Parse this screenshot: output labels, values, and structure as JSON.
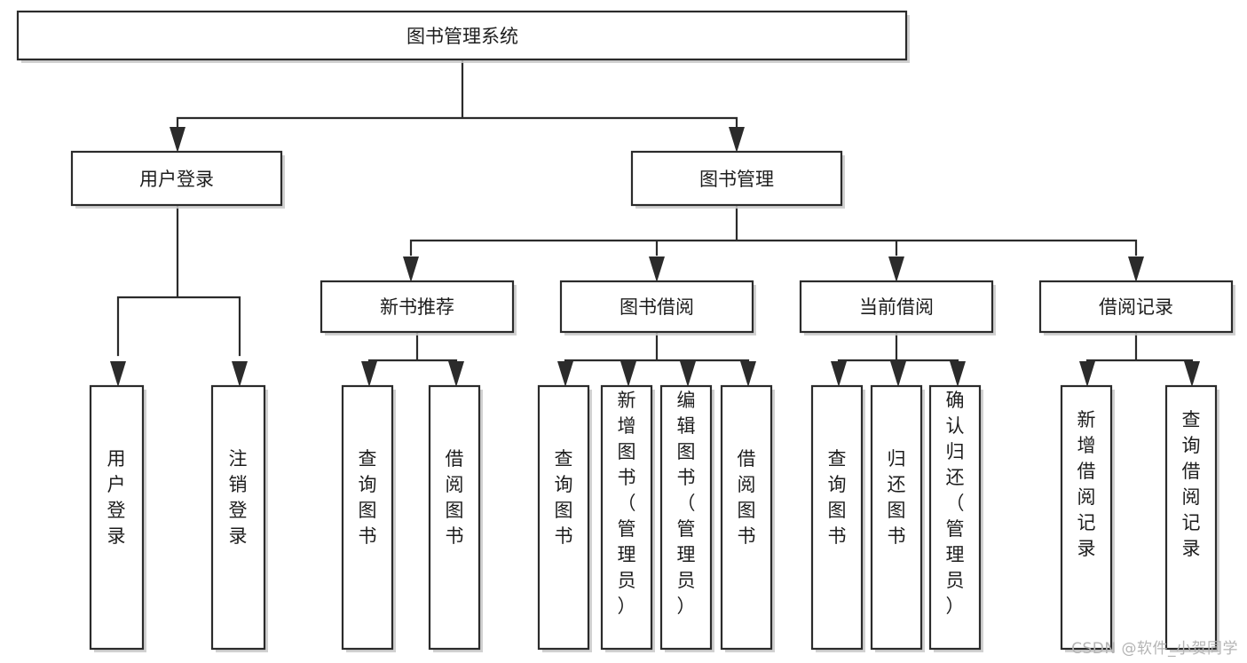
{
  "diagram": {
    "type": "tree",
    "title": "图书管理系统",
    "orientation": "top-down",
    "colors": {
      "box_stroke": "#2b2b2b",
      "box_fill": "#ffffff",
      "text": "#1d1d1d",
      "background": "#ffffff",
      "watermark": "#b4b4b4"
    }
  },
  "root": {
    "label": "图书管理系统"
  },
  "level2": [
    {
      "label": "用户登录"
    },
    {
      "label": "图书管理"
    }
  ],
  "level3": [
    {
      "label": "新书推荐"
    },
    {
      "label": "图书借阅"
    },
    {
      "label": "当前借阅"
    },
    {
      "label": "借阅记录"
    }
  ],
  "leaves": {
    "user_login": [
      {
        "label": "用户登录"
      },
      {
        "label": "注销登录"
      }
    ],
    "new_book_recommend": [
      {
        "label": "查询图书"
      },
      {
        "label": "借阅图书"
      }
    ],
    "book_borrow": [
      {
        "label": "查询图书"
      },
      {
        "label": "新增图书（管理员）"
      },
      {
        "label": "编辑图书（管理员）"
      },
      {
        "label": "借阅图书"
      }
    ],
    "current_borrow": [
      {
        "label": "查询图书"
      },
      {
        "label": "归还图书"
      },
      {
        "label": "确认归还（管理员）"
      }
    ],
    "borrow_record": [
      {
        "label": "新增借阅记录"
      },
      {
        "label": "查询借阅记录"
      }
    ]
  },
  "watermark": {
    "text": "CSDN @软件_小贺同学"
  }
}
